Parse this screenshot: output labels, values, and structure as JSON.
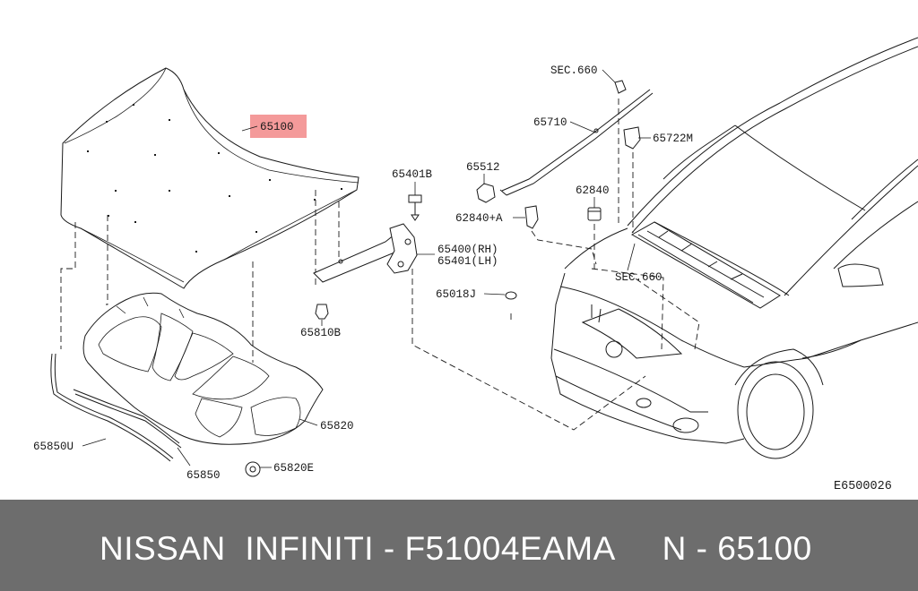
{
  "colors": {
    "highlight": "#f49a9a",
    "footer_bg": "#6d6d6d",
    "footer_text": "#ffffff",
    "line": "#1a1a1a"
  },
  "diagram": {
    "highlighted_part": "65100",
    "diagram_code": "E6500026",
    "callouts": {
      "p65100": "65100",
      "sec660_top": "SEC.660",
      "p65710": "65710",
      "p65722m": "65722M",
      "p65512": "65512",
      "p62840": "62840",
      "p62840a": "62840+A",
      "p65401b": "65401B",
      "p65400": "65400(RH)",
      "p65401": "65401(LH)",
      "p65018j": "65018J",
      "p65810b": "65810B",
      "sec660_mid": "SEC.660",
      "p65820": "65820",
      "p65850u": "65850U",
      "p65850": "65850",
      "p65820e": "65820E"
    }
  },
  "footer": {
    "text": "NISSAN  INFINITI - F51004EAMA     N - 65100"
  }
}
